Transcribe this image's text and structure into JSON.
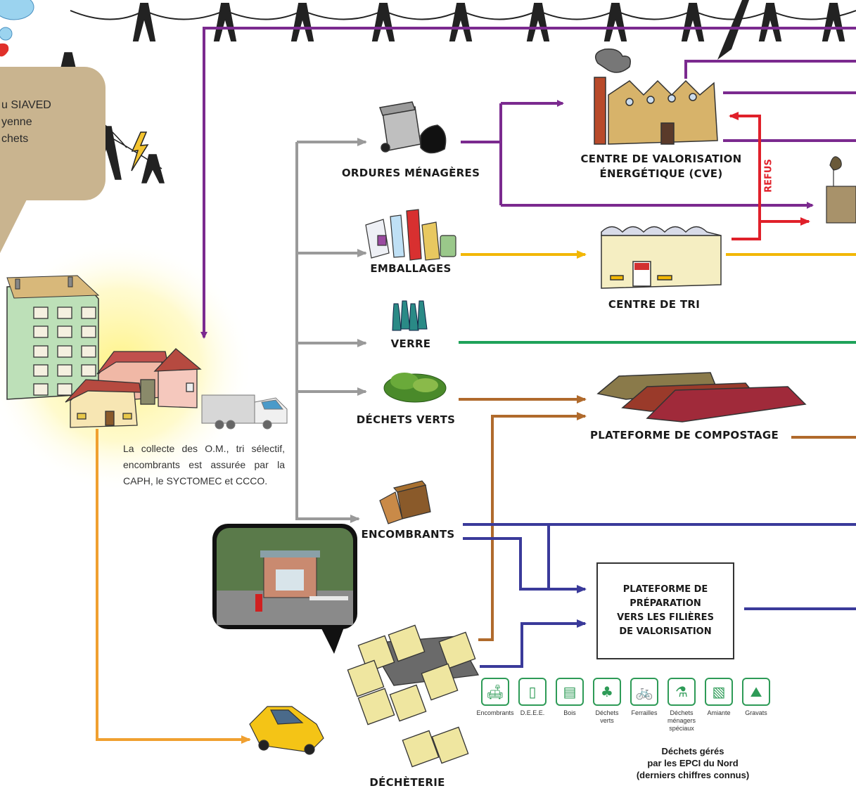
{
  "colors": {
    "purple": "#7b2a8f",
    "gray": "#9a9a9a",
    "yellow": "#f2b705",
    "green": "#1fa25a",
    "brown": "#b06a2c",
    "navy": "#3a3a9a",
    "orange": "#f0a030",
    "red": "#e0202a",
    "bubble": "#c9b48f"
  },
  "bubble": {
    "lines": [
      "u SIAVED",
      "yenne",
      "chets"
    ]
  },
  "sources": {
    "ordures": "ORDURES MÉNAGÈRES",
    "emballages": "EMBALLAGES",
    "verre": "VERRE",
    "dechets_verts": "DÉCHETS VERTS",
    "encombrants": "ENCOMBRANTS",
    "decheterie": "DÉCHÈTERIE"
  },
  "facilities": {
    "cve": "CENTRE DE VALORISATION\nÉNERGÉTIQUE (CVE)",
    "tri": "CENTRE DE TRI",
    "compost": "PLATEFORME DE COMPOSTAGE",
    "prep": "PLATEFORME DE\nPRÉPARATION\nVERS LES FILIÈRES\nDE VALORISATION"
  },
  "refus_label": "REFUS",
  "collect_text": "La collecte des O.M., tri sélectif, encombrants est assurée par la CAPH, le SYCTOMEC et CCCO.",
  "waste_types": [
    {
      "label": "Encombrants",
      "icon": "sofa-icon",
      "glyph": "🛋"
    },
    {
      "label": "D.E.E.E.",
      "icon": "fridge-icon",
      "glyph": "▯"
    },
    {
      "label": "Bois",
      "icon": "pallet-icon",
      "glyph": "▤"
    },
    {
      "label": "Déchets\nverts",
      "icon": "tree-icon",
      "glyph": "♣"
    },
    {
      "label": "Ferrailles",
      "icon": "bicycle-icon",
      "glyph": "🚲"
    },
    {
      "label": "Déchets\nménagers\nspéciaux",
      "icon": "spray-can-icon",
      "glyph": "⚗"
    },
    {
      "label": "Amiante",
      "icon": "roof-sheet-icon",
      "glyph": "▧"
    },
    {
      "label": "Gravats",
      "icon": "rubble-icon",
      "glyph": "⛰"
    }
  ],
  "footer_note": "Déchets gérés\npar les EPCI du Nord\n(derniers chiffres connus)"
}
